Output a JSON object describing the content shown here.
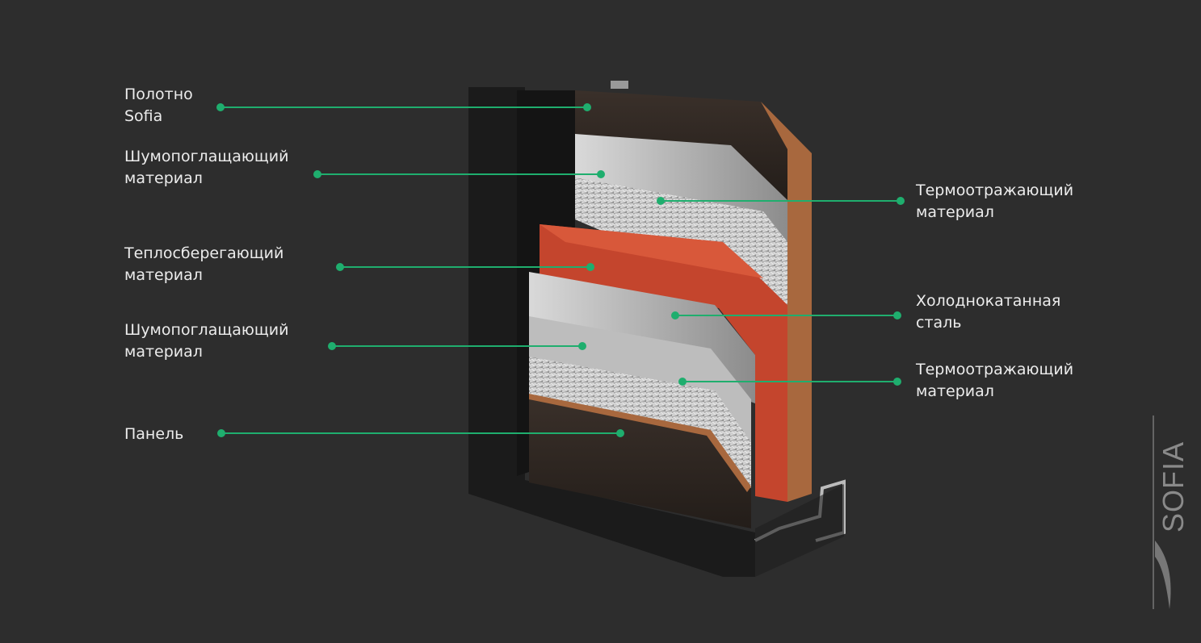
{
  "accent_color": "#1fae6e",
  "labels": {
    "canvas": {
      "line1": "Полотно",
      "line2": "Sofia"
    },
    "sound_top": {
      "line1": "Шумопоглащающий",
      "line2": "материал"
    },
    "heat_saving": {
      "line1": "Теплосберегающий",
      "line2": "материал"
    },
    "sound_bottom": {
      "line1": "Шумопоглащающий",
      "line2": "материал"
    },
    "panel": {
      "line1": "Панель"
    },
    "thermo_top": {
      "line1": "Термоотражающий",
      "line2": "материал"
    },
    "steel": {
      "line1": "Холоднокатанная",
      "line2": "сталь"
    },
    "thermo_bottom": {
      "line1": "Термоотражающий",
      "line2": "материал"
    }
  },
  "logo": {
    "text": "SOFIA"
  }
}
